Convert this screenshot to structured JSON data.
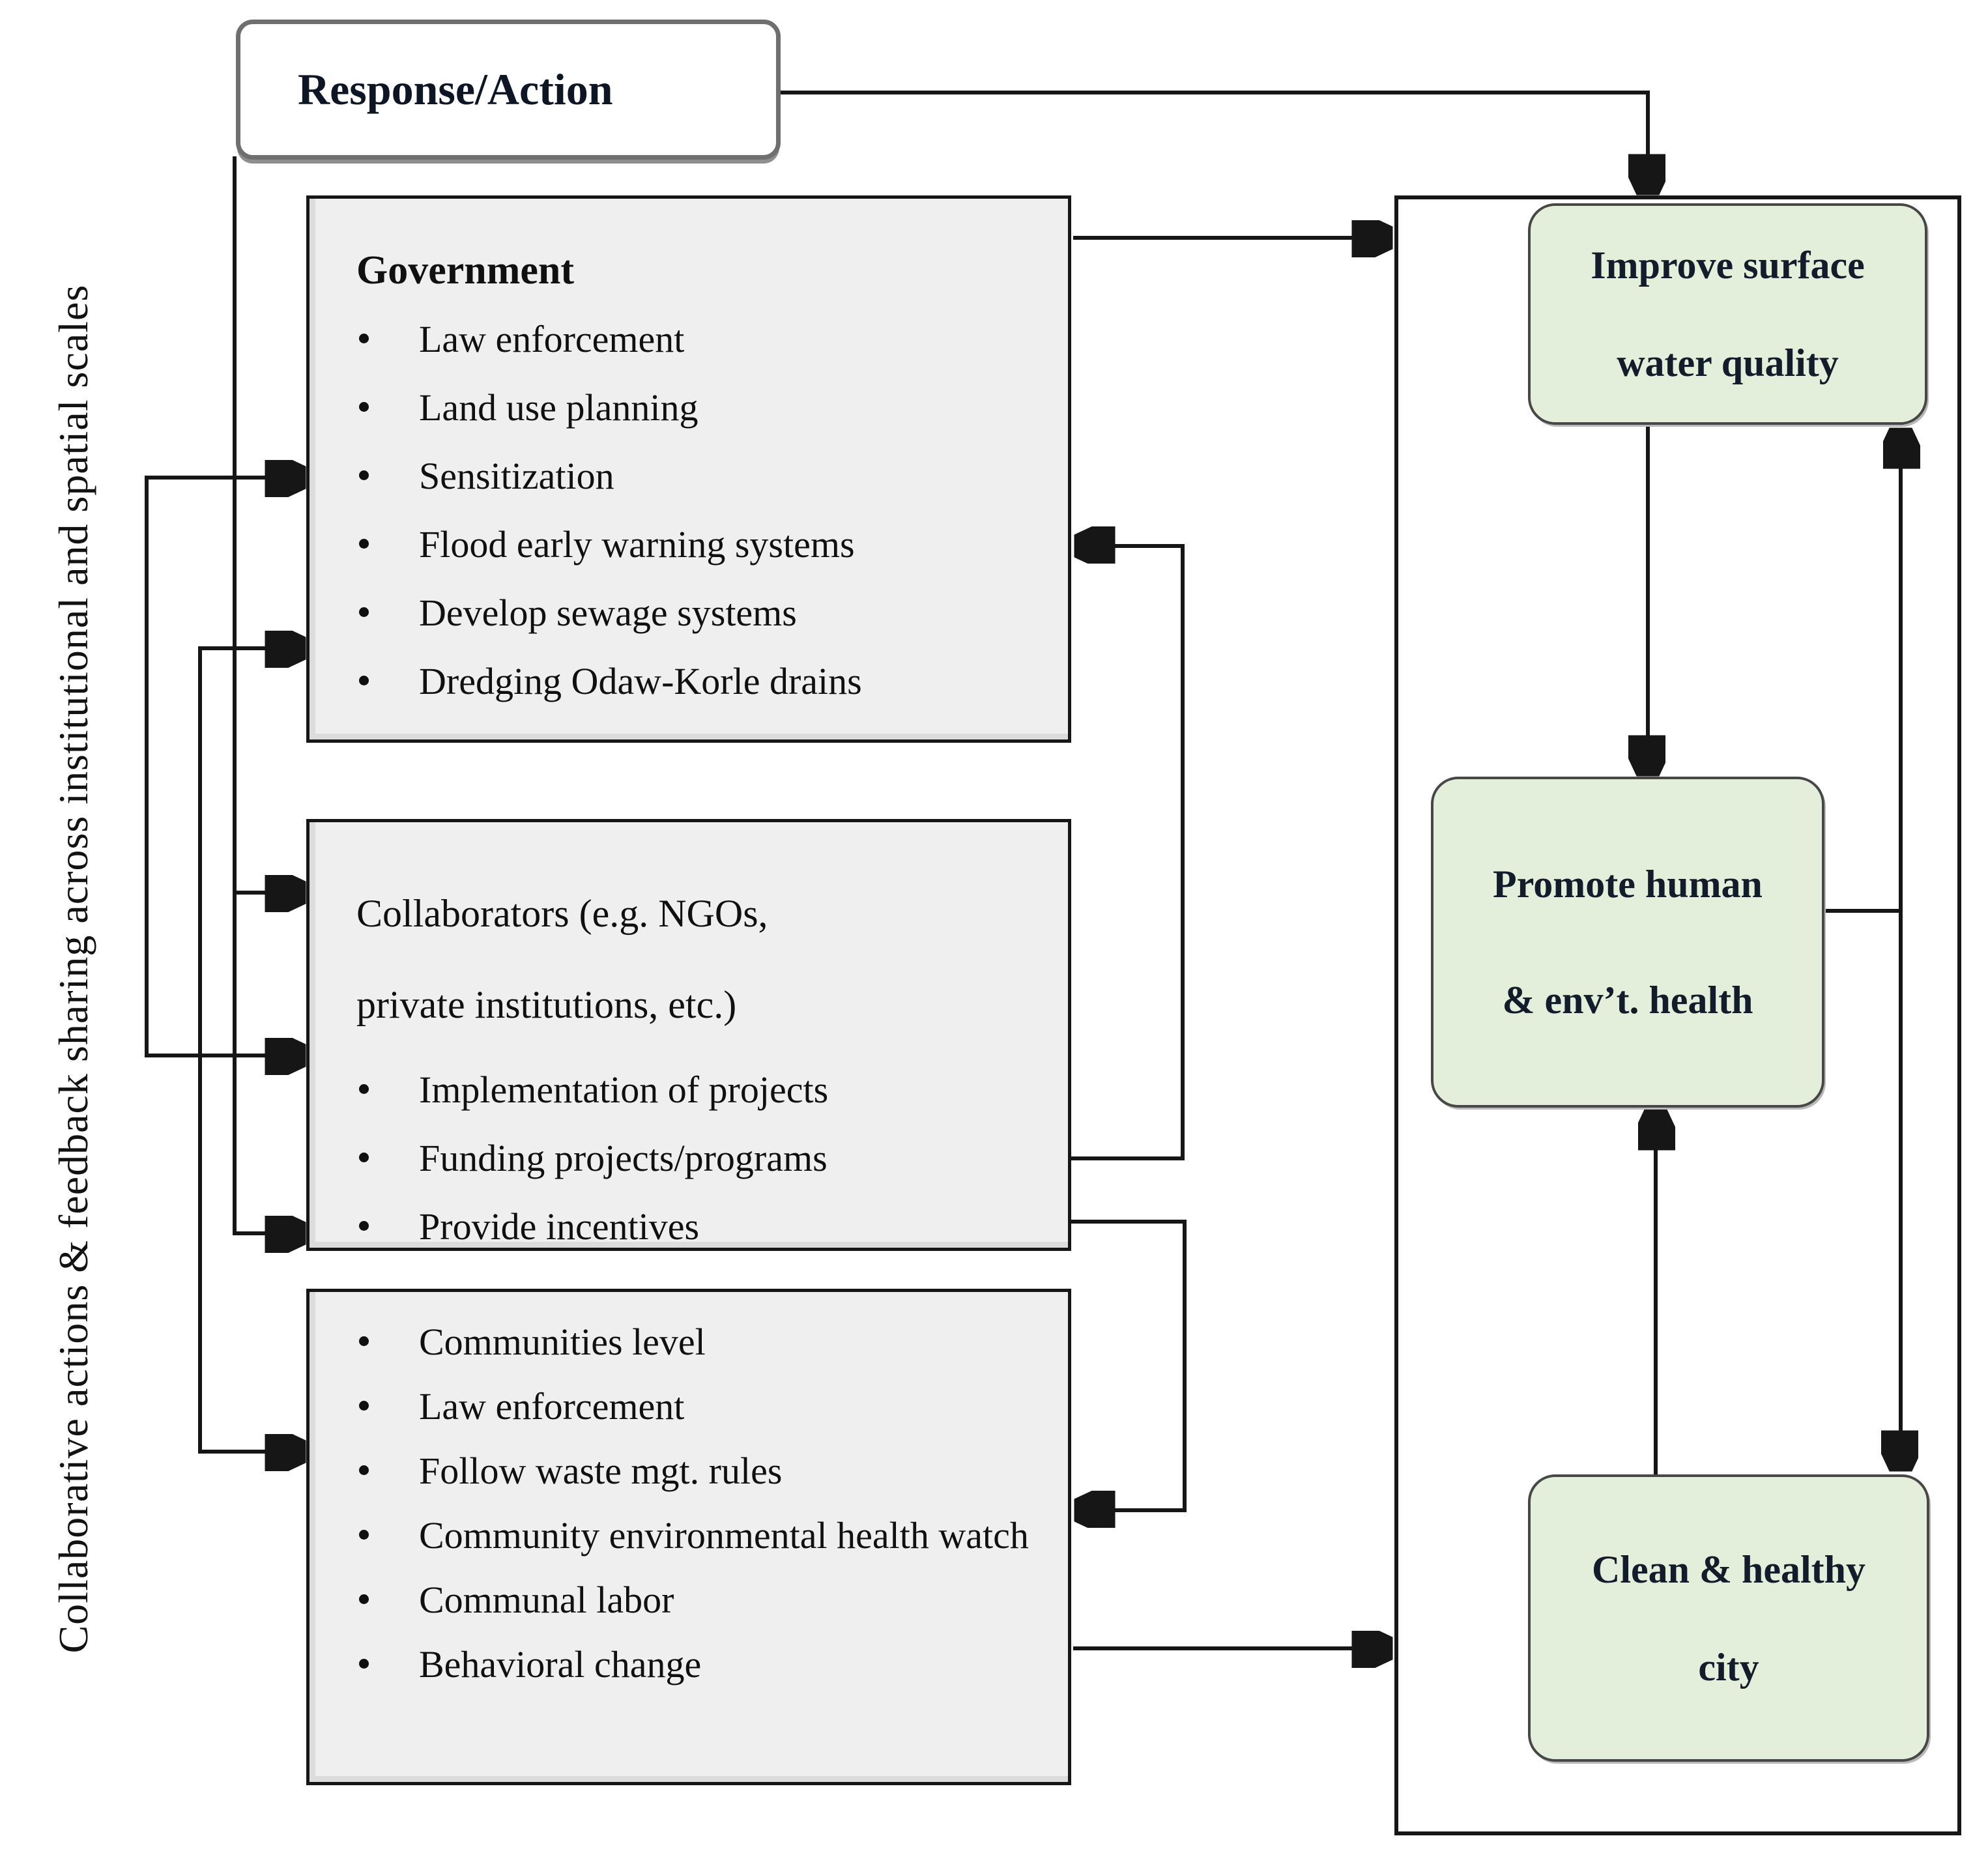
{
  "left_axis": {
    "label": "Collaborative actions & feedback sharing across institutional and spatial scales"
  },
  "response_action": {
    "label": "Response/Action"
  },
  "government": {
    "heading": "Government",
    "bullets": [
      "Law enforcement",
      "Land use planning",
      "Sensitization",
      "Flood early warning systems",
      "Develop sewage systems",
      "Dredging Odaw-Korle drains"
    ]
  },
  "collaborators": {
    "heading": "Collaborators (e.g. NGOs,\nprivate institutions, etc.)",
    "bullets": [
      "Implementation of projects",
      "Funding projects/programs",
      "Provide incentives"
    ]
  },
  "communities": {
    "bullets": [
      "Communities level",
      "Law enforcement",
      "Follow waste mgt. rules",
      "Community environmental health watch",
      "Communal labor",
      "Behavioral change"
    ]
  },
  "outcomes": {
    "improve": "Improve surface\nwater quality",
    "promote": "Promote human\n& env’t. health",
    "clean": "Clean & healthy\ncity"
  },
  "colors": {
    "actor_box_fill": "#efeff0",
    "outcome_box_fill": "#e3efda",
    "line": "#161616",
    "response_border": "#6f6f6f"
  }
}
